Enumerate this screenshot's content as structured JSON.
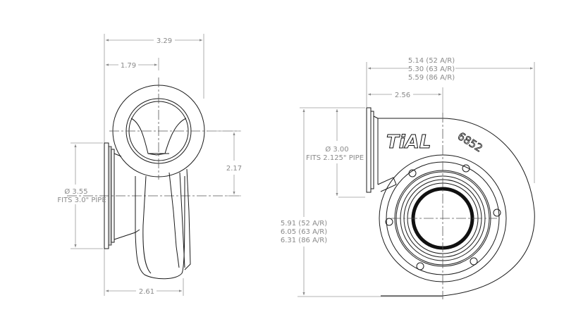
{
  "drawing": {
    "side_view": {
      "dims": {
        "overall_width": "3.29",
        "to_centerline": "1.79",
        "center_height": "2.17",
        "bottom_width": "2.61",
        "inlet_diameter": "Ø 3.55",
        "inlet_fit": "FITS 3.0\" PIPE"
      }
    },
    "front_view": {
      "brand": "TiAL",
      "model": "6852",
      "dims": {
        "width_52": "5.14 (52 A/R)",
        "width_63": "5.30 (63 A/R)",
        "width_86": "5.59 (86 A/R)",
        "to_centerline": "2.56",
        "outlet_diameter": "Ø 3.00",
        "outlet_fit": "FITS 2.125\" PIPE",
        "height_52": "5.91 (52 A/R)",
        "height_63": "6.05 (63 A/R)",
        "height_86": "6.31 (86 A/R)"
      }
    }
  }
}
